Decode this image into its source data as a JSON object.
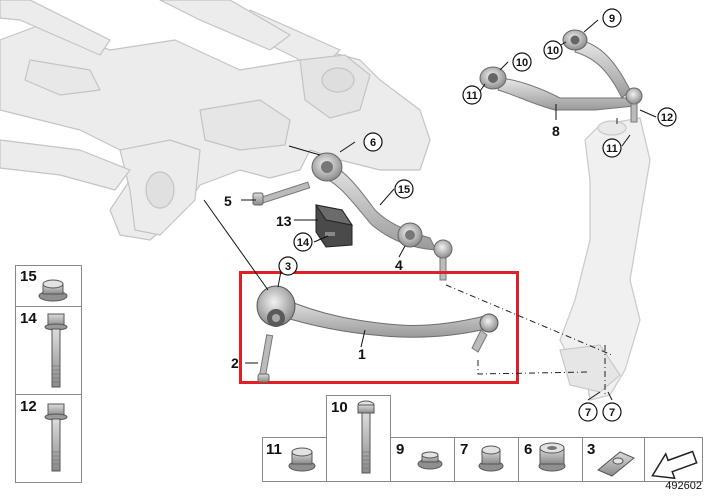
{
  "callouts_plain": {
    "n1": "1",
    "n2": "2",
    "n4": "4",
    "n5": "5",
    "n8": "8",
    "n13": "13"
  },
  "callouts_circled": {
    "c3": "3",
    "c6": "6",
    "c7a": "7",
    "c7b": "7",
    "c9": "9",
    "c10a": "10",
    "c10b": "10",
    "c11a": "11",
    "c11b": "11",
    "c12": "12",
    "c14": "14",
    "c15": "15"
  },
  "legend": {
    "items": [
      {
        "id": "15",
        "label": "15"
      },
      {
        "id": "14",
        "label": "14"
      },
      {
        "id": "12",
        "label": "12"
      },
      {
        "id": "10",
        "label": "10"
      },
      {
        "id": "11",
        "label": "11"
      },
      {
        "id": "9",
        "label": "9"
      },
      {
        "id": "7",
        "label": "7"
      },
      {
        "id": "6",
        "label": "6"
      },
      {
        "id": "3",
        "label": "3"
      }
    ]
  },
  "diagram_id": "492602",
  "colors": {
    "highlight": "#e11f26",
    "frame": "#dcdcdc",
    "frame_edge": "#bdbdbd",
    "part": "#c9c9c9",
    "part_edge": "#7a7a7a"
  }
}
